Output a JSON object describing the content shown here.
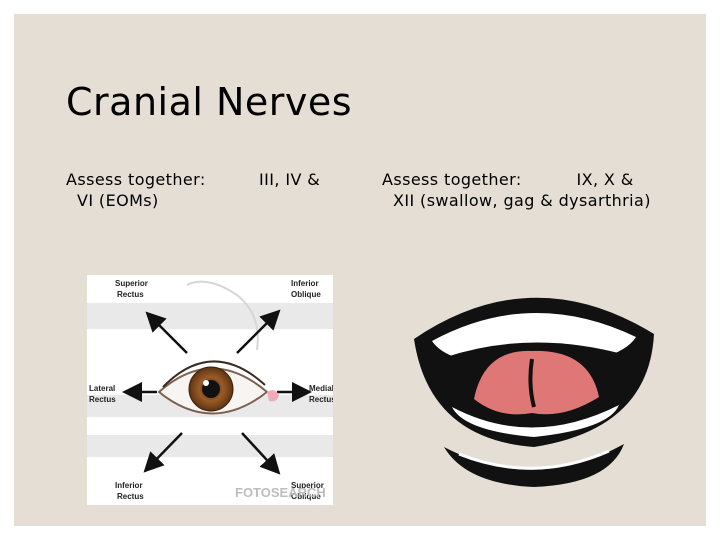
{
  "slide": {
    "title": "Cranial Nerves",
    "col1_lines": [
      "Assess together:",
      "  VI (EOMs)"
    ],
    "col2_text": "III, IV &",
    "col3_lines": [
      "Assess together:          IX, X &",
      "  XII (swallow, gag & dysarthria)"
    ]
  },
  "eye_diagram": {
    "labels": {
      "superior_rectus": [
        "Superior",
        "Rectus"
      ],
      "inferior_oblique": [
        "Inferior",
        "Oblique"
      ],
      "lateral_rectus": [
        "Lateral",
        "Rectus"
      ],
      "medial_rectus": [
        "Medial",
        "Rectus"
      ],
      "inferior_rectus": [
        "Inferior",
        "Rectus"
      ],
      "superior_oblique": [
        "Superior",
        "Oblique"
      ]
    },
    "watermark": "FOTOSEARCH",
    "iris_color": "#9a5a26",
    "arrow_color": "#111111"
  },
  "mouth_image": {
    "tongue_color": "#e07777",
    "mouth_color": "#111111"
  },
  "colors": {
    "slide_background": "#e4ded5"
  }
}
